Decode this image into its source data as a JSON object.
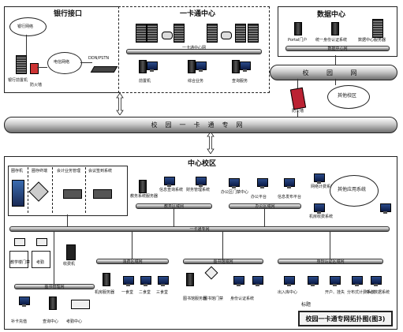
{
  "bank_section": {
    "title": "银行接口",
    "bank_network": "银行网络",
    "bank_preprocessor": "银行前置机",
    "firewall": "防火墙",
    "telecom_network": "电信网络",
    "ddn_label": "DDN/PSTN"
  },
  "card_center": {
    "title": "一卡通中心",
    "bus_label": "一卡通中心网",
    "devices": [
      "前置机",
      "综合业务",
      "查询服务"
    ]
  },
  "data_center": {
    "title": "数据中心",
    "devices": [
      "Portal门户",
      "统一身份认证系统",
      "数据中心服务器"
    ],
    "bus_label": "数据中心网"
  },
  "campus_net": {
    "label": "校 园 网",
    "firewall": "防火墙",
    "other_campus": "其他校区"
  },
  "campus_card_net": {
    "label": "校园一卡通专网"
  },
  "central_campus": {
    "title": "中心校区",
    "left_box": [
      "圈存机",
      "圈存终端",
      "会计业务管理",
      "会议签到系统"
    ],
    "servers": [
      "教务系统服务器",
      "信息查询系统",
      "财务管理系统",
      "办公区门禁中心",
      "办公平台",
      "信息发布平台",
      "网络计费系统",
      "机房收费系统"
    ],
    "cloud": "其他应用系统",
    "sub_buses": [
      "教务区域网",
      "办公区域网",
      "一卡通专网",
      "消费区域网",
      "图书馆域网",
      "身份认证区域网",
      "图书管理网"
    ],
    "bottom_labels": [
      "教学楼门禁",
      "考勤",
      "收费机",
      "机房服务器",
      "一食堂",
      "二食堂",
      "三食堂",
      "图书馆服务器",
      "图书馆门禁",
      "身份认证系统",
      "补卡充值",
      "查询中心",
      "考勤中心",
      "出入库中心",
      "开户、挂失",
      "分布式计费系统",
      "中心数据系统",
      "收费系统"
    ],
    "legend": "标题"
  },
  "caption": {
    "badge": "校园一卡通专网拓扑图(图3)"
  }
}
